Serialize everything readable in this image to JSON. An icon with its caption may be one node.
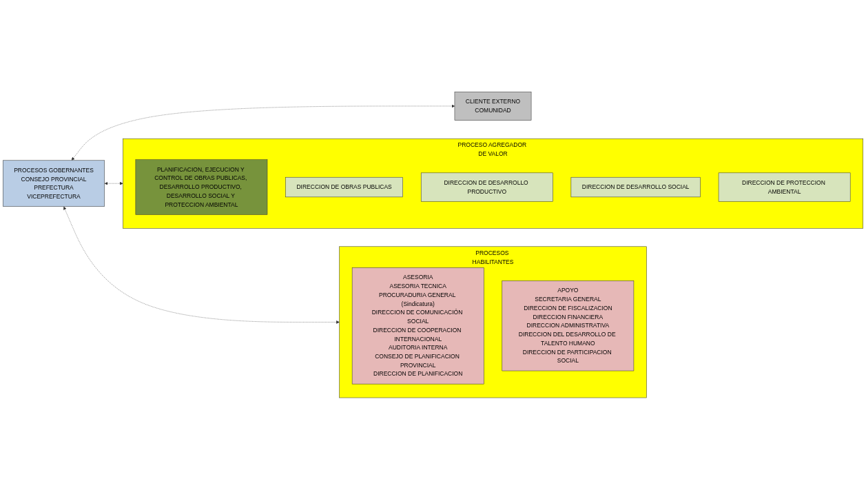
{
  "diagram": {
    "nodes": [
      {
        "text": [
          "PROCESOS GOBERNANTES",
          "CONSEJO PROVINCIAL",
          "PREFECTURA",
          "VICEPREFECTURA"
        ]
      },
      {
        "text": [
          "CLIENTE EXTERNO",
          "COMUNIDAD"
        ]
      },
      {
        "text": [
          "PROCESO AGREGADOR DE VALOR"
        ]
      },
      {
        "text": [
          "PLANIFICACION, EJECUCION Y CONTROL DE OBRAS PUBLICAS, DESARROLLO PRODUCTIVO, DESARROLLO SOCIAL Y PROTECCION AMBIENTAL"
        ],
        "in": 2
      },
      {
        "text": [
          "DIRECCION DE OBRAS PUBLICAS"
        ],
        "in": 2
      },
      {
        "text": [
          "DIRECCION DE DESARROLLO PRODUCTIVO"
        ],
        "in": 2
      },
      {
        "text": [
          "DIRECCION DE DESARROLLO SOCIAL"
        ],
        "in": 2
      },
      {
        "text": [
          "DIRECCION DE PROTECCION AMBIENTAL"
        ],
        "in": 2
      },
      {
        "text": [
          "PROCESOS HABILITANTES"
        ]
      },
      {
        "text": [
          "ASESORIA",
          "ASESORIA TECNICA",
          "PROCURADURIA GENERAL (Sindicatura)",
          "DIRECCION DE COMUNICACIÓN SOCIAL",
          "DIRECCION DE COOPERACION INTERNACIONAL",
          "AUDITORIA INTERNA",
          "CONSEJO DE PLANIFICACION PROVINCIAL",
          "DIRECCION DE PLANIFICACION"
        ],
        "in": 8
      },
      {
        "text": [
          "APOYO",
          "SECRETARIA GENERAL",
          "DIRECCION DE FISCALIZACION",
          "DIRECCION FINANCIERA",
          "DIRECCION ADMINISTRATIVA",
          "DIRECCION DEL DESARROLLO DE TALENTO HUMANO",
          "DIRECCION DE PARTICIPACION SOCIAL"
        ],
        "in": 8
      }
    ],
    "edges": [
      {
        "from": 0,
        "to": 1,
        "arrow": "both",
        "style": "dashed"
      },
      {
        "from": 0,
        "to": 2,
        "arrow": "both",
        "style": "dashed"
      },
      {
        "from": 0,
        "to": 8,
        "arrow": "both",
        "style": "dashed"
      }
    ]
  }
}
